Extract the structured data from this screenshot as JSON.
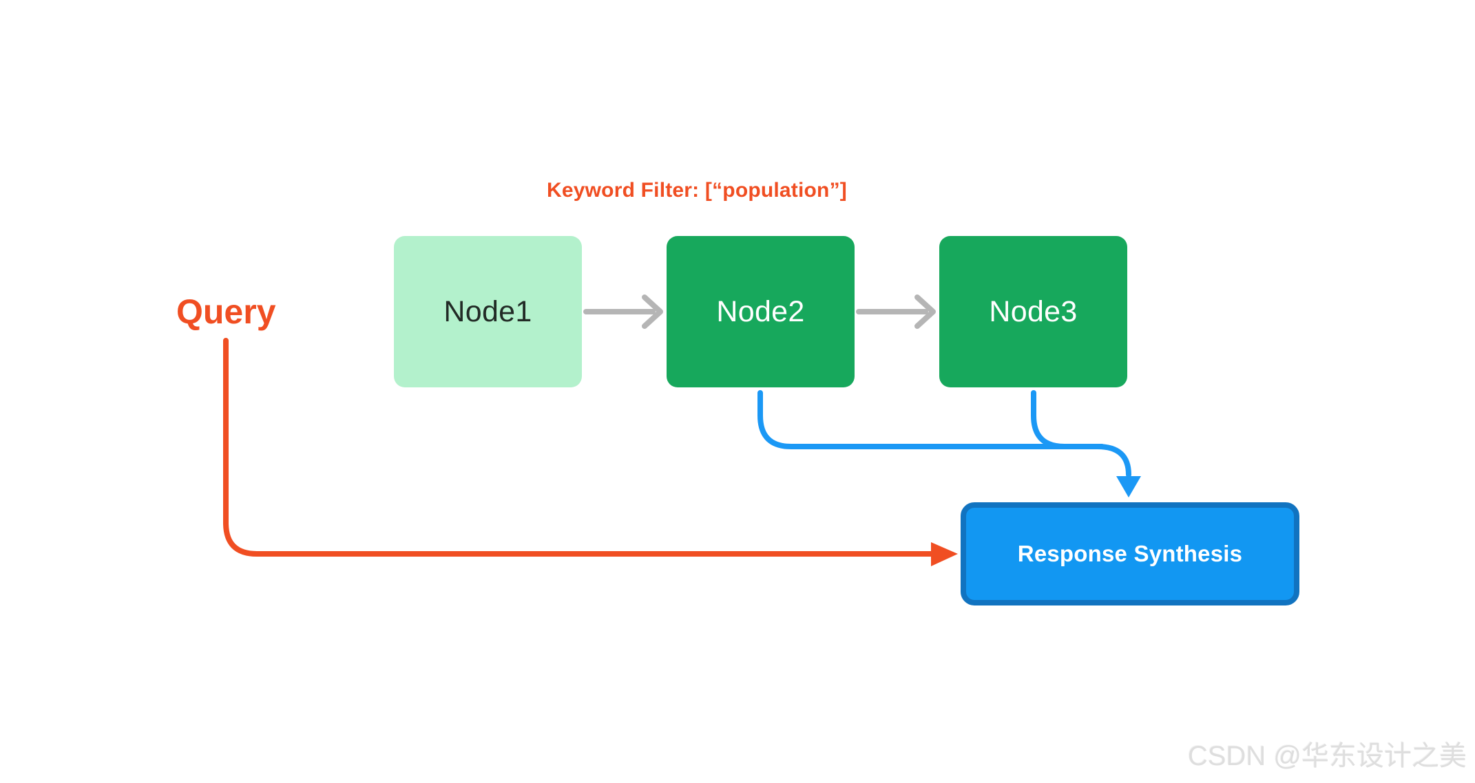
{
  "diagram": {
    "filter_label": "Keyword Filter: [“population”]",
    "query_label": "Query",
    "nodes": [
      {
        "label": "Node1"
      },
      {
        "label": "Node2"
      },
      {
        "label": "Node3"
      }
    ],
    "response_label": "Response Synthesis",
    "edges": [
      {
        "from": "Node1",
        "to": "Node2",
        "style": "gray-arrow"
      },
      {
        "from": "Node2",
        "to": "Node3",
        "style": "gray-arrow"
      },
      {
        "from": "Node2",
        "to": "Response Synthesis",
        "style": "blue-curve"
      },
      {
        "from": "Node3",
        "to": "Response Synthesis",
        "style": "blue-curve"
      },
      {
        "from": "Query",
        "to": "Response Synthesis",
        "style": "red-curve"
      }
    ],
    "colors": {
      "node1_fill": "#B3F1CC",
      "node_fill": "#17A85C",
      "response_fill": "#1297F2",
      "response_border": "#1173C0",
      "accent_red": "#F04E22",
      "connector_gray": "#B5B5B5",
      "connector_blue": "#1B98F5"
    },
    "watermark": "CSDN @华东设计之美"
  }
}
